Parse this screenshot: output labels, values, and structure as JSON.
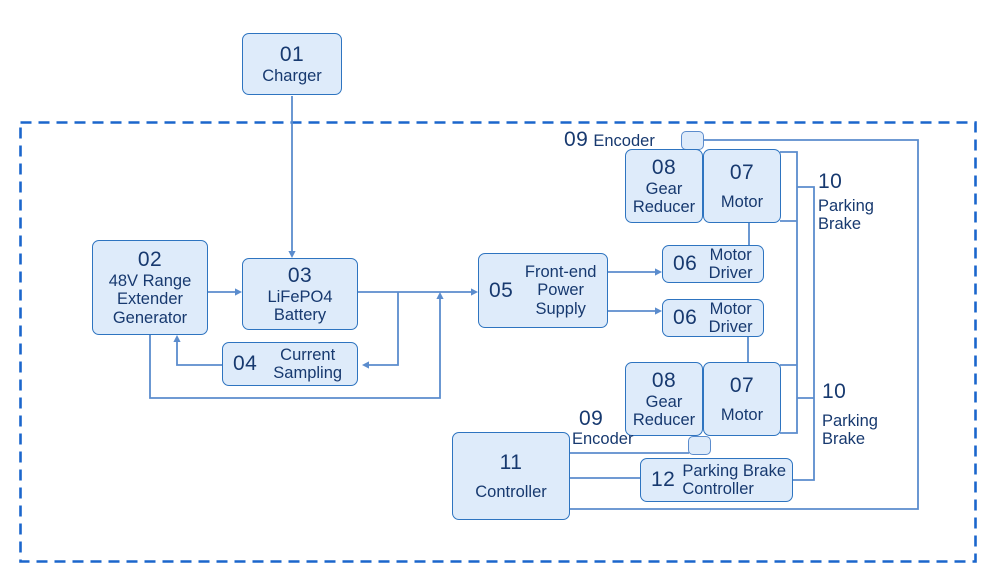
{
  "nodes": {
    "charger": {
      "num": "01",
      "label": "Charger"
    },
    "range_extender": {
      "num": "02",
      "label": "48V Range Extender Generator"
    },
    "battery": {
      "num": "03",
      "label": "LiFePO4 Battery"
    },
    "current_sampling": {
      "num": "04",
      "label": "Current Sampling"
    },
    "front_end_power": {
      "num": "05",
      "label": "Front-end Power Supply"
    },
    "motor_driver_top": {
      "num": "06",
      "label": "Motor Driver"
    },
    "motor_driver_bottom": {
      "num": "06",
      "label": "Motor Driver"
    },
    "motor_top": {
      "num": "07",
      "label": "Motor"
    },
    "motor_bottom": {
      "num": "07",
      "label": "Motor"
    },
    "gear_reducer_top": {
      "num": "08",
      "label": "Gear Reducer"
    },
    "gear_reducer_bottom": {
      "num": "08",
      "label": "Gear Reducer"
    },
    "controller": {
      "num": "11",
      "label": "Controller"
    },
    "parking_brake_controller": {
      "num": "12",
      "label": "Parking Brake Controller"
    }
  },
  "annotations": {
    "encoder_top": {
      "num": "09",
      "label": "Encoder"
    },
    "encoder_bottom": {
      "num": "09",
      "label": "Encoder"
    },
    "parking_brake_top": {
      "num": "10",
      "label": "Parking Brake"
    },
    "parking_brake_bottom": {
      "num": "10",
      "label": "Parking Brake"
    }
  },
  "colors": {
    "box_fill": "#DEEBFA",
    "box_border": "#2E74C0",
    "text": "#17396F",
    "wire": "#5B8CCD",
    "boundary": "#1B66CC",
    "background": "#FFFFFF"
  }
}
